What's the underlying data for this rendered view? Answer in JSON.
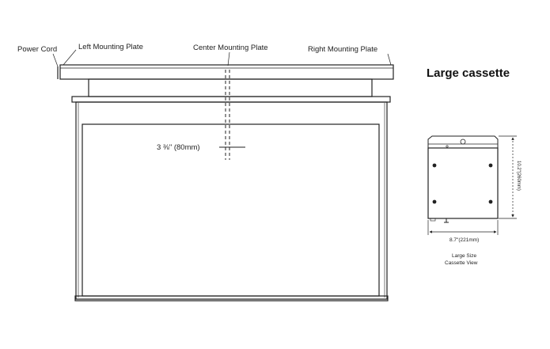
{
  "labels": {
    "power_cord": "Power Cord",
    "left_plate": "Left Mounting Plate",
    "center_plate": "Center Mounting Plate",
    "right_plate": "Right Mounting Plate",
    "gap_dimension": "3 ⅜\" (80mm)"
  },
  "cassette": {
    "title": "Large cassette",
    "height_dimension": "10.2\"(260mm)",
    "width_dimension": "8.7\"(221mm)",
    "caption_line1": "Large Size",
    "caption_line2": "Cassette View"
  },
  "colors": {
    "stroke": "#222222",
    "background": "#ffffff"
  }
}
